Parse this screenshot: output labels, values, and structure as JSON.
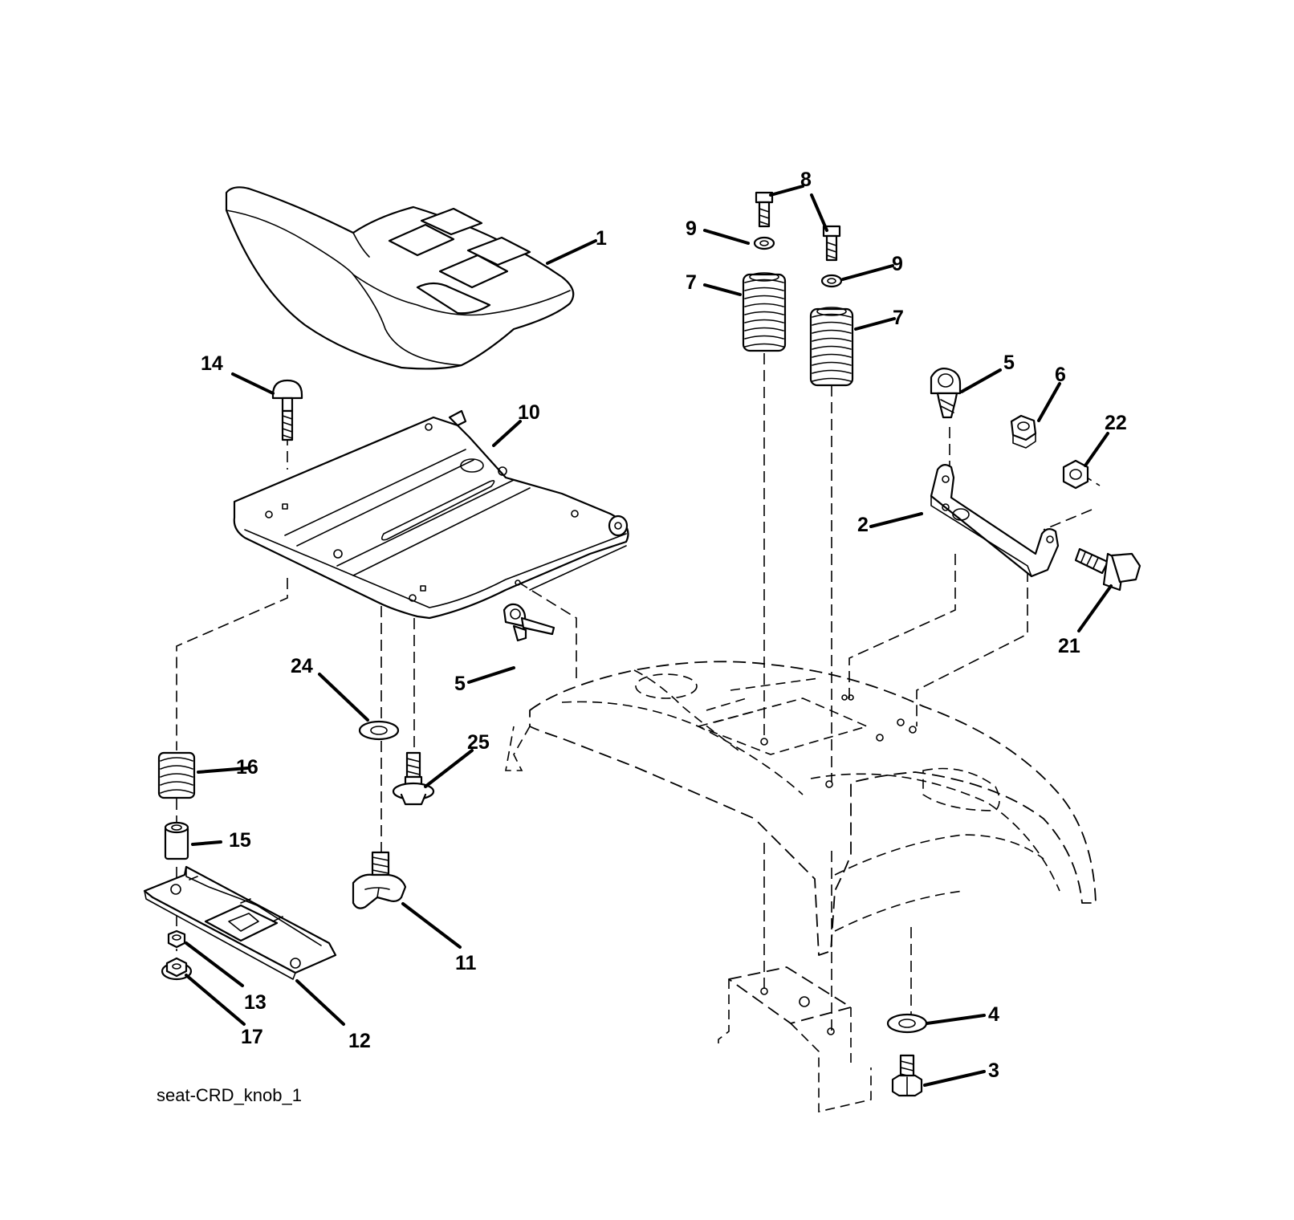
{
  "diagram": {
    "caption": "seat-CRD_knob_1",
    "callouts": [
      "1",
      "2",
      "3",
      "4",
      "5",
      "5",
      "6",
      "7",
      "7",
      "8",
      "9",
      "9",
      "10",
      "11",
      "12",
      "13",
      "14",
      "15",
      "16",
      "17",
      "21",
      "22",
      "24",
      "25"
    ]
  }
}
